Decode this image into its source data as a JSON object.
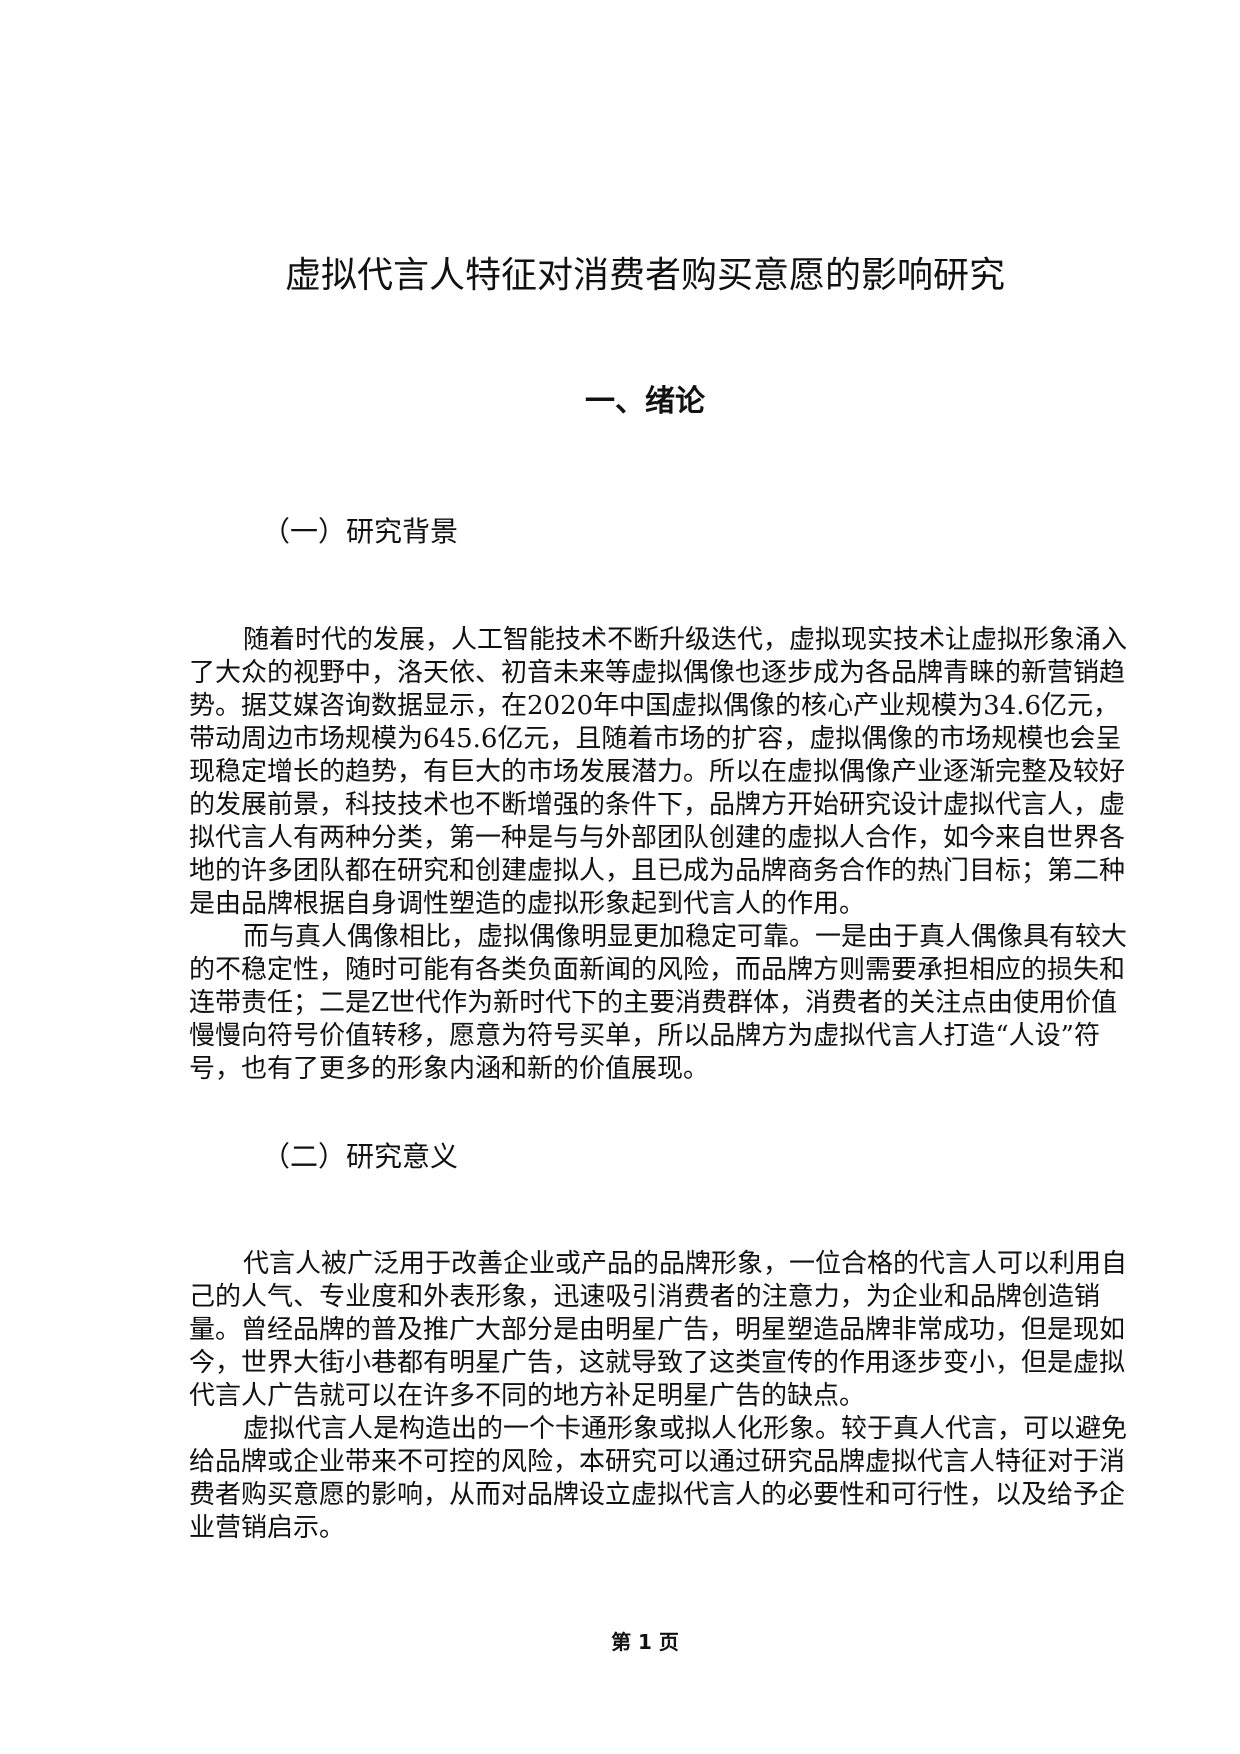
{
  "document": {
    "title": "虚拟代言人特征对消费者购买意愿的影响研究",
    "chapter_heading": "一、绪论",
    "sections": [
      {
        "heading": "（一）研究背景",
        "paragraphs": [
          [
            "随着时代的发展，人工智能技术不断升级迭代，虚拟现实技术让虚拟形象涌入",
            "了大众的视野中，洛天依、初音未来等虚拟偶像也逐步成为各品牌青睐的新营销趋",
            "势。据艾媒咨询数据显示，在2020年中国虚拟偶像的核心产业规模为34.6亿元，",
            "带动周边市场规模为645.6亿元，且随着市场的扩容，虚拟偶像的市场规模也会呈",
            "现稳定增长的趋势，有巨大的市场发展潜力。所以在虚拟偶像产业逐渐完整及较好",
            "的发展前景，科技技术也不断增强的条件下，品牌方开始研究设计虚拟代言人，虚",
            "拟代言人有两种分类，第一种是与与外部团队创建的虚拟人合作，如今来自世界各",
            "地的许多团队都在研究和创建虚拟人，且已成为品牌商务合作的热门目标；第二种",
            "是由品牌根据自身调性塑造的虚拟形象起到代言人的作用。"
          ],
          [
            "而与真人偶像相比，虚拟偶像明显更加稳定可靠。一是由于真人偶像具有较大",
            "的不稳定性，随时可能有各类负面新闻的风险，而品牌方则需要承担相应的损失和",
            "连带责任；二是Z世代作为新时代下的主要消费群体，消费者的关注点由使用价值",
            "慢慢向符号价值转移，愿意为符号买单，所以品牌方为虚拟代言人打造“人设”符",
            "号，也有了更多的形象内涵和新的价值展现。"
          ]
        ]
      },
      {
        "heading": "（二）研究意义",
        "paragraphs": [
          [
            "代言人被广泛用于改善企业或产品的品牌形象，一位合格的代言人可以利用自",
            "己的人气、专业度和外表形象，迅速吸引消费者的注意力，为企业和品牌创造销",
            "量。曾经品牌的普及推广大部分是由明星广告，明星塑造品牌非常成功，但是现如",
            "今，世界大街小巷都有明星广告，这就导致了这类宣传的作用逐步变小，但是虚拟",
            "代言人广告就可以在许多不同的地方补足明星广告的缺点。"
          ],
          [
            "虚拟代言人是构造出的一个卡通形象或拟人化形象。较于真人代言，可以避免",
            "给品牌或企业带来不可控的风险，本研究可以通过研究品牌虚拟代言人特征对于消",
            "费者购买意愿的影响，从而对品牌设立虚拟代言人的必要性和可行性，以及给予企",
            "业营销启示。"
          ]
        ]
      }
    ],
    "footer": "第 1 页"
  }
}
